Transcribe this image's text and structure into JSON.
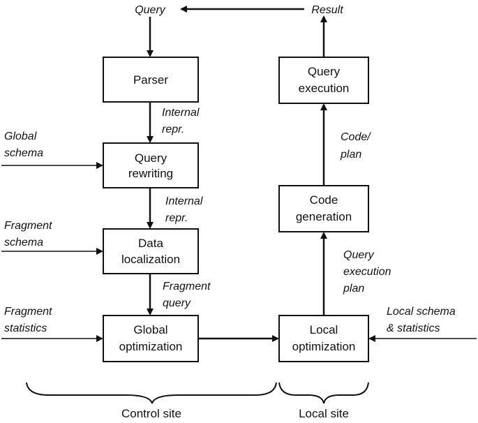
{
  "boxes": {
    "parser": [
      "Parser"
    ],
    "query_rewriting": [
      "Query",
      "rewriting"
    ],
    "data_localization": [
      "Data",
      "localization"
    ],
    "global_optimization": [
      "Global",
      "optimization"
    ],
    "local_optimization": [
      "Local",
      "optimization"
    ],
    "code_generation": [
      "Code",
      "generation"
    ],
    "query_execution": [
      "Query",
      "execution"
    ]
  },
  "labels": {
    "query": "Query",
    "result": "Result",
    "internal_repr_1": [
      "Internal",
      "repr."
    ],
    "internal_repr_2": [
      "Internal",
      "repr."
    ],
    "fragment_query": [
      "Fragment",
      "query"
    ],
    "global_schema": [
      "Global",
      "schema"
    ],
    "fragment_schema": [
      "Fragment",
      "schema"
    ],
    "fragment_statistics": [
      "Fragment",
      "statistics"
    ],
    "local_schema_stats": [
      "Local schema",
      "& statistics"
    ],
    "code_plan": [
      "Code/",
      "plan"
    ],
    "query_execution_plan": [
      "Query",
      "execution",
      "plan"
    ]
  },
  "sites": {
    "control": "Control site",
    "local": "Local site"
  }
}
